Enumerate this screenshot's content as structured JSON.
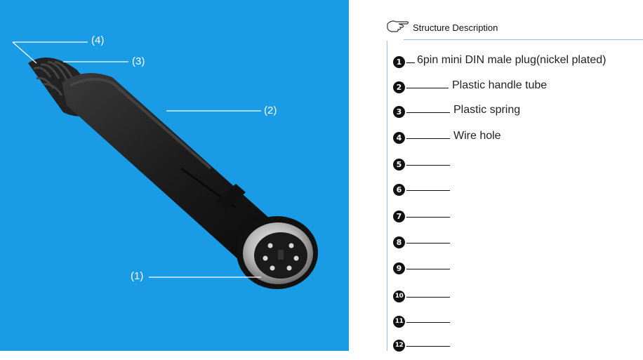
{
  "callouts": [
    {
      "id": "4",
      "text": "(4)"
    },
    {
      "id": "3",
      "text": "(3)"
    },
    {
      "id": "2",
      "text": "(2)"
    },
    {
      "id": "1",
      "text": "(1)"
    }
  ],
  "header": {
    "title": "Structure Description",
    "icon": "pointing-hand-icon"
  },
  "items": [
    {
      "num": "1",
      "label": "6pin mini DIN male plug(nickel plated)"
    },
    {
      "num": "2",
      "label": "Plastic handle tube"
    },
    {
      "num": "3",
      "label": "Plastic spring"
    },
    {
      "num": "4",
      "label": "Wire hole"
    },
    {
      "num": "5",
      "label": ""
    },
    {
      "num": "6",
      "label": ""
    },
    {
      "num": "7",
      "label": ""
    },
    {
      "num": "8",
      "label": ""
    },
    {
      "num": "9",
      "label": ""
    },
    {
      "num": "10",
      "label": ""
    },
    {
      "num": "11",
      "label": ""
    },
    {
      "num": "12",
      "label": ""
    }
  ],
  "colors": {
    "photo_background": "#1a9be5",
    "rule": "#8ec7ef",
    "badge": "#111111"
  }
}
